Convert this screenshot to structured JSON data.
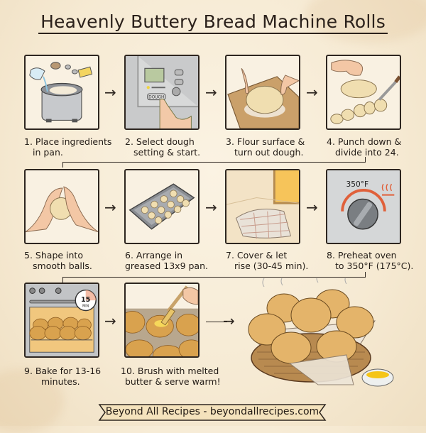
{
  "title": "Heavenly Buttery Bread Machine Rolls",
  "steps": [
    {
      "num": "1.",
      "line1": "Place ingredients",
      "line2": "in pan.",
      "icon": "bread-machine-pan-icon"
    },
    {
      "num": "2.",
      "line1": "Select dough",
      "line2": "setting & start.",
      "icon": "bread-machine-panel-icon",
      "button_label": "DOUGH"
    },
    {
      "num": "3.",
      "line1": "Flour surface &",
      "line2": "turn out dough.",
      "icon": "dough-on-board-icon"
    },
    {
      "num": "4.",
      "line1": "Punch down &",
      "line2": "divide into 24.",
      "icon": "divide-dough-icon"
    },
    {
      "num": "5.",
      "line1": "Shape into",
      "line2": "smooth balls.",
      "icon": "shape-ball-icon"
    },
    {
      "num": "6.",
      "line1": "Arrange in",
      "line2": "greased 13x9 pan.",
      "icon": "baking-pan-icon"
    },
    {
      "num": "7.",
      "line1": "Cover & let",
      "line2": "rise (30-45 min).",
      "icon": "covered-pan-icon"
    },
    {
      "num": "8.",
      "line1": "Preheat oven",
      "line2": "to 350°F (175°C).",
      "icon": "oven-dial-icon",
      "dial_label": "350°F"
    },
    {
      "num": "9.",
      "line1": "Bake for 13-16",
      "line2": "minutes.",
      "icon": "oven-baking-icon",
      "timer_value": "15",
      "timer_unit": "MIN"
    },
    {
      "num": "10.",
      "line1": "Brush with melted",
      "line2": "butter & serve warm!",
      "icon": "brush-butter-icon"
    }
  ],
  "arrow_glyph": "→",
  "footer": "Beyond All Recipes - beyondallrecipes.com",
  "colors": {
    "background": "#f6ead3",
    "ink": "#2e2620",
    "roll_gold": "#d9a24e",
    "dough": "#f1e2bf",
    "oven_red": "#e0603a",
    "butter": "#f5c518"
  }
}
